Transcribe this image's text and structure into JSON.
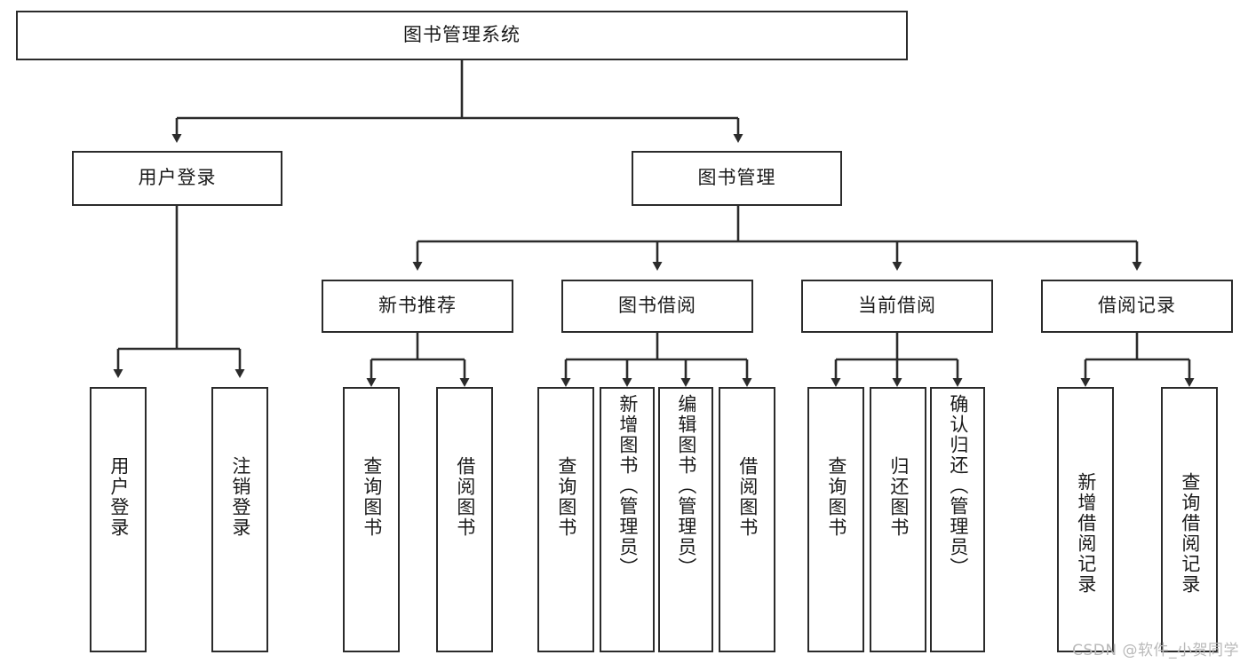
{
  "diagram": {
    "title": "图书管理系统",
    "type": "tree-hierarchy-chart",
    "watermark": "CSDN @软件_小贺同学",
    "colors": {
      "box_border": "#2b2b2b",
      "box_fill": "#ffffff",
      "edge": "#2b2b2b",
      "text": "#1a1a1a",
      "watermark": "#b9b9b9",
      "background": "#ffffff"
    },
    "levels": {
      "root": {
        "label": "图书管理系统"
      },
      "level2": [
        {
          "label": "用户登录"
        },
        {
          "label": "图书管理"
        }
      ],
      "level3": [
        {
          "label": "新书推荐"
        },
        {
          "label": "图书借阅"
        },
        {
          "label": "当前借阅"
        },
        {
          "label": "借阅记录"
        }
      ],
      "leaves": {
        "user_login": [
          {
            "label": "用户登录"
          },
          {
            "label": "注销登录"
          }
        ],
        "new_book_recommend": [
          {
            "label": "查询图书"
          },
          {
            "label": "借阅图书"
          }
        ],
        "book_borrow": [
          {
            "label": "查询图书"
          },
          {
            "label": "新增图书（管理员）"
          },
          {
            "label": "编辑图书（管理员）"
          },
          {
            "label": "借阅图书"
          }
        ],
        "current_borrow": [
          {
            "label": "查询图书"
          },
          {
            "label": "归还图书"
          },
          {
            "label": "确认归还（管理员）"
          }
        ],
        "borrow_record": [
          {
            "label": "新增借阅记录"
          },
          {
            "label": "查询借阅记录"
          }
        ]
      }
    }
  }
}
